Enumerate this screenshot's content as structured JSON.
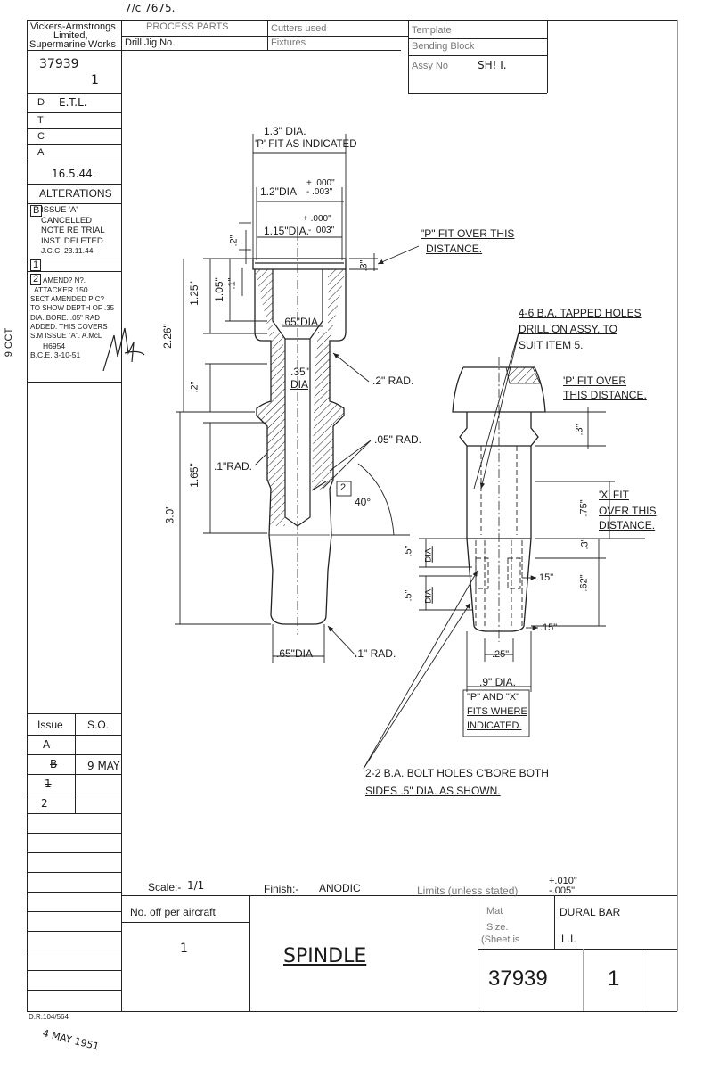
{
  "top_note": "7/c 7675.",
  "header": {
    "company_line1": "Vickers-Armstrongs",
    "company_line2": "Limited,",
    "company_line3": "Supermarine Works",
    "process_parts": "PROCESS PARTS",
    "drill_jig": "Drill Jig No.",
    "cutters_used": "Cutters used",
    "fixtures": "Fixtures",
    "template": "Template",
    "bending_block": "Bending Block",
    "assy_no_label": "Assy No",
    "assy_no_value": "SH! I.",
    "drawing_no": "37939",
    "drawing_issue": "1"
  },
  "left_column": {
    "d_label": "D",
    "d_value": "E.T.L.",
    "t_label": "T",
    "c_label": "C",
    "a_label": "A",
    "date": "16.5.44.",
    "alterations_title": "ALTERATIONS",
    "alt_b_letter": "B",
    "alt_b_lines": [
      "ISSUE 'A'",
      "CANCELLED",
      "NOTE RE TRIAL",
      "INST. DELETED.",
      "J.C.C. 23.11.44."
    ],
    "alt_1_letter": "1",
    "alt_2_letter": "2",
    "alt_2_lines": [
      "AMEND? N?.",
      "ATTACKER 150",
      "SECT AMENDED PIC?",
      "TO SHOW DEPTH OF .35",
      "DIA. BORE. .05\" RAD",
      "ADDED. THIS COVERS",
      "S.M ISSUE \"A\". A.McL",
      "H6954",
      "B.C.E. 3-10-51"
    ],
    "side_stamp": "9 OCT",
    "issue_header": "Issue",
    "so_header": "S.O.",
    "issue_rows": [
      {
        "issue": "A",
        "so": ""
      },
      {
        "issue": "B",
        "so": "9 MAY"
      },
      {
        "issue": "1",
        "so": ""
      },
      {
        "issue": "2",
        "so": ""
      }
    ]
  },
  "drawing": {
    "dims": {
      "d13": "1.3\" DIA.",
      "p_fit_indicated": "'P' FIT AS INDICATED",
      "d12": "1.2\"DIA",
      "tol12_top": "+ .000\"",
      "tol12_bot": "- .003\"",
      "tol115_top": "+ .000\"",
      "d115": "1.15\"DIA.",
      "tol115_bot": "- .003\"",
      "p_fit_over_this": "\"P\" FIT OVER THIS",
      "distance1": "DISTANCE.",
      "v2": ".2\"",
      "v1": ".1\"",
      "v3": ".3\"",
      "v125": "1.25\"",
      "v105": "1.05\"",
      "v226": "2.26\"",
      "d65_inner": ".65\"DIA",
      "d35": ".35\"",
      "d35b": "DIA",
      "rad2": ".2\" RAD.",
      "v2b": ".2\"",
      "rad05": ".05\" RAD.",
      "v165": "1.65\"",
      "rad1": ".1\"RAD.",
      "v30": "3.0\"",
      "angle_marker": "2",
      "angle": "40°",
      "d65_bottom": ".65\"DIA",
      "rad1b": ".1\" RAD.",
      "tapped1": "4-6 B.A. TAPPED HOLES",
      "tapped2": "DRILL ON ASSY. TO",
      "tapped3": "SUIT ITEM 5.",
      "pfit_over1": "'P' FIT OVER",
      "pfit_over2": "THIS DISTANCE.",
      "v3b": ".3\"",
      "xfit1": "'X' FIT",
      "xfit2": "OVER THIS",
      "xfit3": "DISTANCE.",
      "v75": ".75\"",
      "v3c": ".3\"",
      "v62": ".62\"",
      "v5a": ".5\"",
      "v5a_dia": "DIA.",
      "v5b": ".5\"",
      "v5b_dia": "DIA.",
      "v15a": ".15\"",
      "v15b": ".15\"",
      "v25": ".25\"",
      "d9": ".9\" DIA.",
      "px1": "\"P\" AND \"X\"",
      "px2": "FITS WHERE",
      "px3": "INDICATED.",
      "bolt1": "2-2 B.A. BOLT HOLES C'BORE BOTH",
      "bolt2": "SIDES .5\" DIA. AS SHOWN."
    }
  },
  "title_block": {
    "scale_label": "Scale:-",
    "scale_value": "1/1",
    "finish_label": "Finish:-",
    "finish_value": "ANODIC",
    "limits_label": "Limits (unless stated)",
    "limits_plus": "+.010\"",
    "limits_minus": "-.005\"",
    "no_off_label": "No. off per aircraft",
    "no_off_value": "1",
    "title": "SPINDLE",
    "mat_label": "Mat",
    "mat_value": "DURAL BAR",
    "size_label": "Size.",
    "sheet_label": "(Sheet is",
    "sheet_value": "L.I.",
    "drawing_no": "37939",
    "issue": "1"
  },
  "bottom": {
    "form_ref": "D.R.104/564",
    "date_stamp": "4 MAY 1951"
  }
}
